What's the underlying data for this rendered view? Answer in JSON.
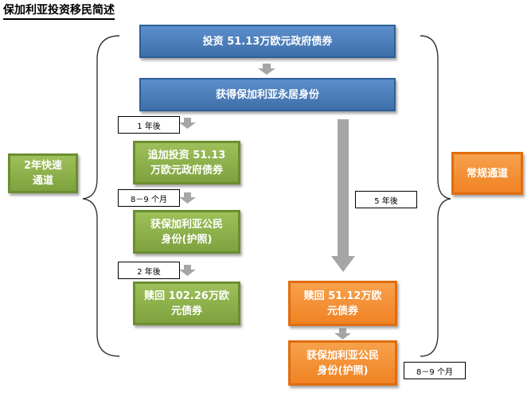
{
  "title": "保加利亚投资移民简述",
  "boxes": {
    "invest_51_13": "投资 51.13万欧元政府债券",
    "get_residency": "获得保加利亚永居身份",
    "additional_invest": "追加投资 51.13万欧元政府债券",
    "fast_citizen": "获保加利亚公民身份(护照)",
    "redeem_102_26": "赎回 102.26万欧元债券",
    "redeem_51_12": "赎回 51.12万欧元债券",
    "regular_citizen": "获保加利亚公民身份(护照)"
  },
  "tracks": {
    "fast": "2年快速通道",
    "regular": "常规通道"
  },
  "durations": {
    "one_year": "1 年後",
    "eight_nine_months_a": "8－9 个月",
    "two_years": "2 年後",
    "five_years": "5 年後",
    "eight_nine_months_b": "8－9 个月"
  },
  "colors": {
    "blue": "#4f81bd",
    "green": "#8db04a",
    "orange": "#f5923e",
    "arrow_gray": "#a6a6a6"
  }
}
